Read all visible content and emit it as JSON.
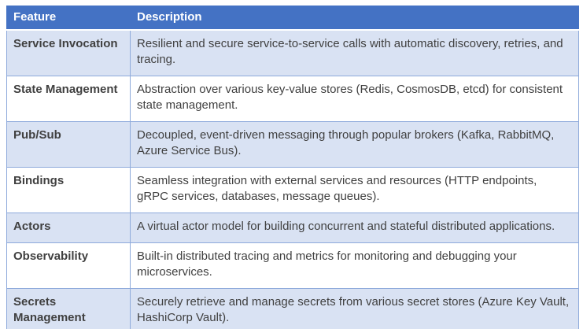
{
  "table": {
    "headers": [
      {
        "label": "Feature"
      },
      {
        "label": "Description"
      }
    ],
    "rows": [
      {
        "feature": "Service Invocation",
        "description": "Resilient and secure service-to-service calls with automatic discovery, retries, and tracing."
      },
      {
        "feature": "State Management",
        "description": "Abstraction over various key-value stores (Redis, CosmosDB, etcd) for consistent state management."
      },
      {
        "feature": "Pub/Sub",
        "description": "Decoupled, event-driven messaging through popular brokers (Kafka, RabbitMQ, Azure Service Bus)."
      },
      {
        "feature": "Bindings",
        "description": "Seamless integration with external services and resources (HTTP endpoints, gRPC services, databases, message queues)."
      },
      {
        "feature": "Actors",
        "description": "A virtual actor model for building concurrent and stateful distributed applications."
      },
      {
        "feature": "Observability",
        "description": "Built-in distributed tracing and metrics for monitoring and debugging your microservices."
      },
      {
        "feature": "Secrets Management",
        "description": "Securely retrieve and manage secrets from various secret stores (Azure Key Vault, HashiCorp Vault)."
      }
    ],
    "colors": {
      "header_bg": "#4472C4",
      "header_text": "#FFFFFF",
      "band_bg": "#D9E2F3",
      "border": "#8EAADB",
      "body_text": "#404040",
      "feature_text": "#1A1A1A"
    }
  }
}
